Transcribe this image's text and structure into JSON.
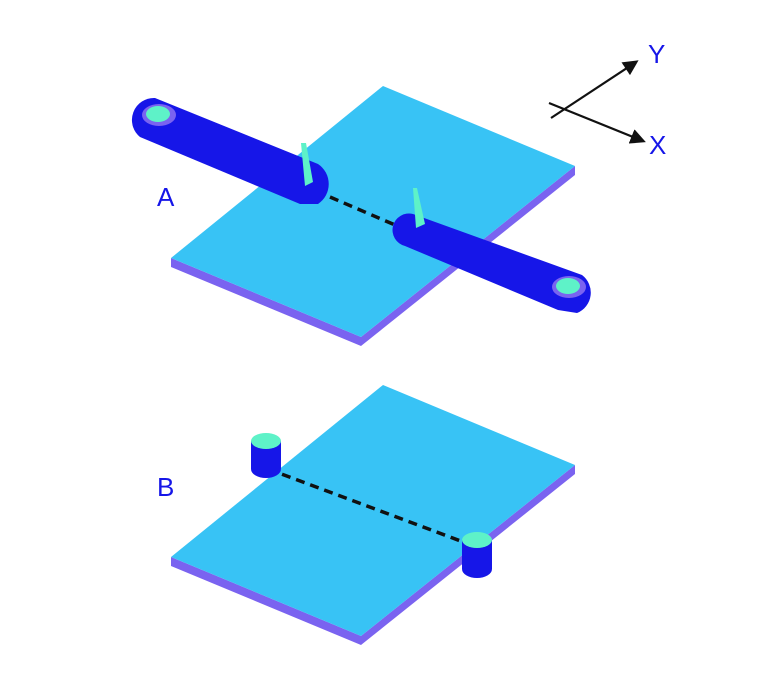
{
  "labels": {
    "panel_a": "A",
    "panel_b": "B",
    "axis_y": "Y",
    "axis_x": "X"
  },
  "colors": {
    "plate_top": "#38C3F5",
    "plate_edge": "#7A63F0",
    "arm": "#1616E8",
    "pivot": "#5EF2C8",
    "label": "#1616E8",
    "axis": "#111111",
    "dashed_line": "#111111"
  }
}
